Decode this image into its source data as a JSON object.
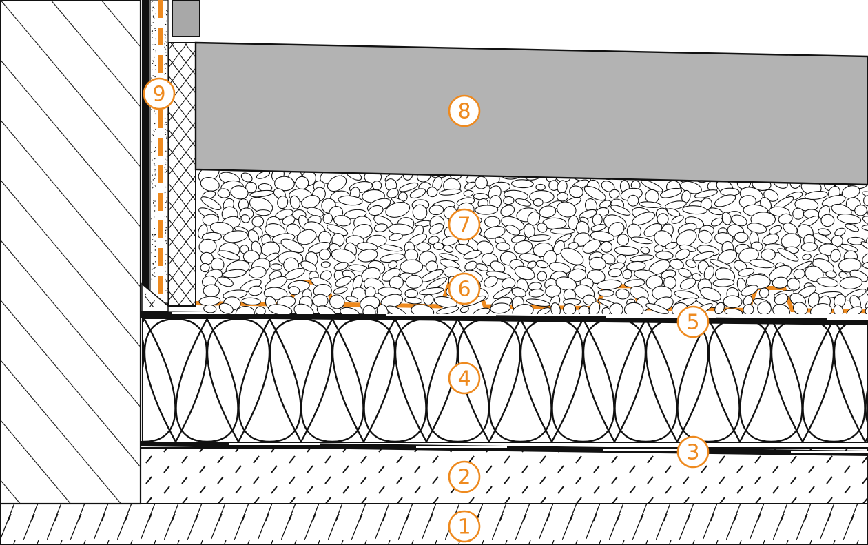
{
  "diagram": {
    "labels": [
      "1",
      "2",
      "3",
      "4",
      "5",
      "6",
      "7",
      "8",
      "9"
    ],
    "colors": {
      "accent": "#ee8a1f",
      "slab": "#b3b3b3",
      "line": "#111111",
      "background": "#ffffff"
    }
  }
}
